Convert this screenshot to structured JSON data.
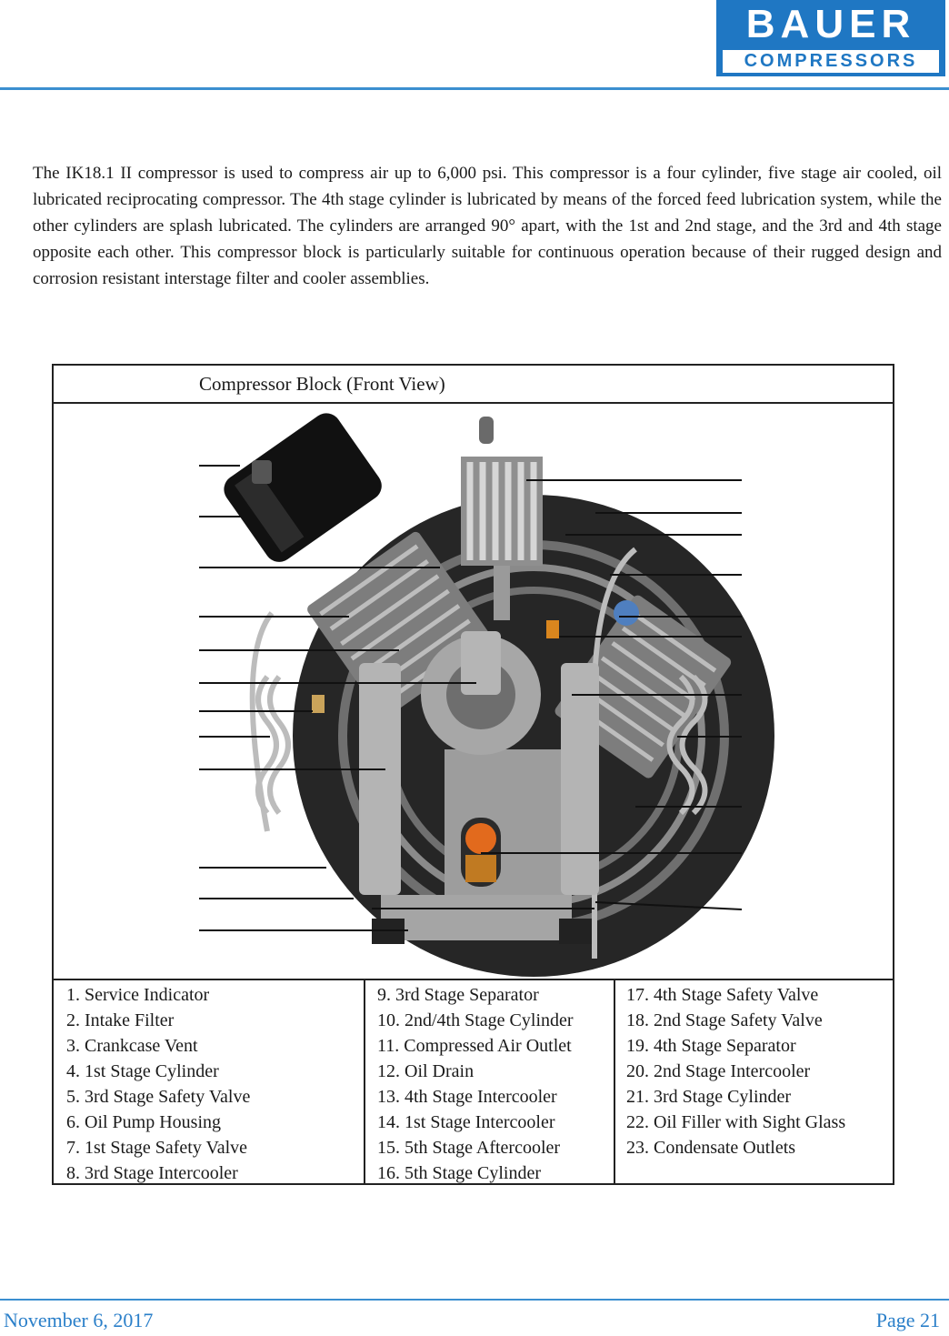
{
  "logo": {
    "top": "BAUER",
    "bottom": "COMPRESSORS"
  },
  "intro": "The IK18.1 II compressor is used to compress air up to 6,000 psi. This compressor is a four cylinder, five stage air cooled, oil lubricated reciprocating compressor. The 4th stage cylinder is lubricated by means of the forced feed lubrication system, while the other cylinders are splash lubricated. The cylinders are arranged 90° apart, with the 1st and 2nd stage, and the 3rd and 4th stage opposite each other. This compressor block is particularly suitable for continuous operation because of their rugged design and corrosion resistant interstage filter and cooler assemblies.",
  "figure": {
    "title": "Compressor Block (Front View)"
  },
  "legend": {
    "col1": [
      "1.   Service Indicator",
      "2.   Intake Filter",
      "3.   Crankcase Vent",
      "4.   1st Stage Cylinder",
      "5.   3rd Stage Safety Valve",
      "6.   Oil Pump Housing",
      "7.   1st Stage Safety Valve",
      "8.   3rd Stage Intercooler"
    ],
    "col2": [
      "9.   3rd Stage Separator",
      "10. 2nd/4th Stage Cylinder",
      "11. Compressed Air Outlet",
      "12. Oil Drain",
      "13. 4th Stage Intercooler",
      "14. 1st Stage Intercooler",
      "15. 5th Stage Aftercooler",
      "16. 5th Stage Cylinder"
    ],
    "col3": [
      "17. 4th Stage Safety Valve",
      "18. 2nd Stage Safety Valve",
      "19. 4th Stage Separator",
      "20. 2nd Stage Intercooler",
      "21. 3rd Stage Cylinder",
      "22. Oil Filler with Sight Glass",
      "23. Condensate Outlets"
    ]
  },
  "footer": {
    "date": "November 6, 2017",
    "page": "Page 21"
  },
  "colors": {
    "brand_blue": "#1f77c3",
    "rule_blue": "#3b8fd0",
    "footer_blue": "#2a7fc9"
  }
}
